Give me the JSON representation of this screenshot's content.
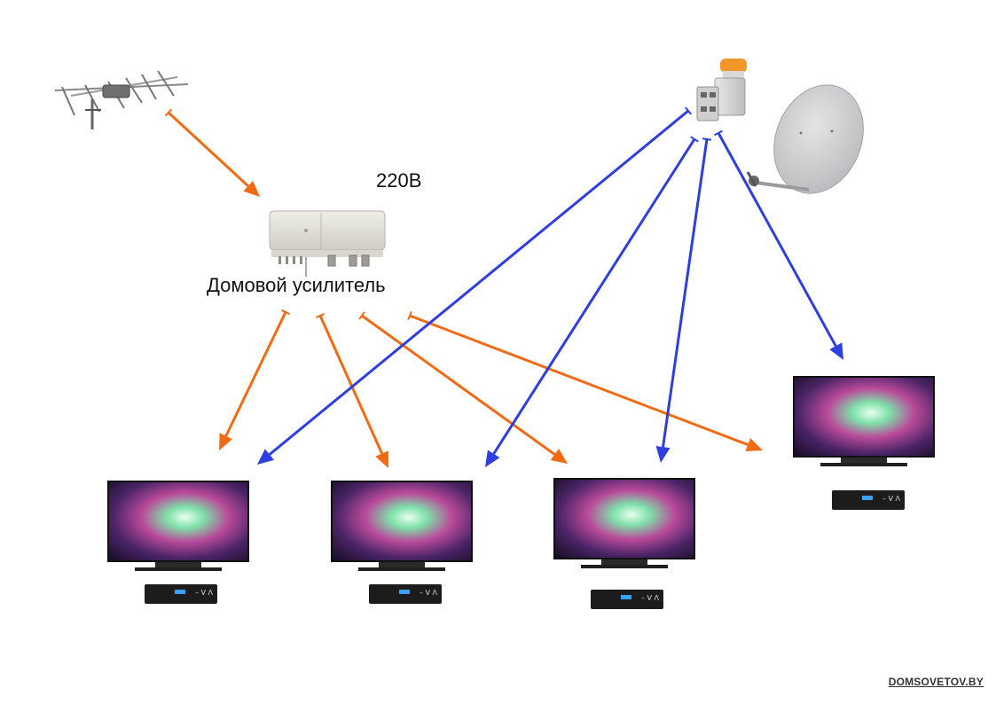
{
  "labels": {
    "voltage": "220В",
    "amplifier": "Домовой усилитель",
    "watermark": "DOMSOVETOV.BY"
  },
  "colors": {
    "terrestrial_link": "#f26a14",
    "satellite_link": "#2e3ee0",
    "screen_dark": "#1a0f2a",
    "device_body": "#1c1c1c"
  },
  "devices": {
    "antenna": "yagi-antenna",
    "amplifier": "house-amplifier",
    "lnb": "satellite-converter",
    "dish": "satellite-dish",
    "tv_count": 4,
    "receiver_count": 4
  }
}
